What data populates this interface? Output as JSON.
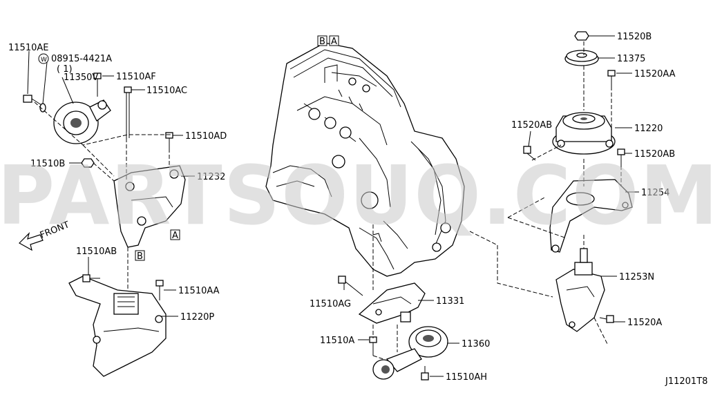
{
  "watermark": "PARTSOUQ.COM",
  "diagram_code": "J11201T8",
  "front_arrow_label": "FRONT",
  "section_markers": [
    "A",
    "B"
  ],
  "callouts": [
    {
      "id": "c-11510ae",
      "text": "11510AE"
    },
    {
      "id": "c-08915",
      "text": "08915-4421A"
    },
    {
      "id": "c-08915-qty",
      "text": "( 1)"
    },
    {
      "id": "c-washer",
      "text": "W"
    },
    {
      "id": "c-11350v",
      "text": "11350V"
    },
    {
      "id": "c-11510af",
      "text": "11510AF"
    },
    {
      "id": "c-11510ac",
      "text": "11510AC"
    },
    {
      "id": "c-11510ad",
      "text": "11510AD"
    },
    {
      "id": "c-11510b",
      "text": "11510B"
    },
    {
      "id": "c-11232",
      "text": "11232"
    },
    {
      "id": "c-11510ab",
      "text": "11510AB"
    },
    {
      "id": "c-11510aa",
      "text": "11510AA"
    },
    {
      "id": "c-11220p",
      "text": "11220P"
    },
    {
      "id": "c-11510ag",
      "text": "11510AG"
    },
    {
      "id": "c-11331",
      "text": "11331"
    },
    {
      "id": "c-11510a",
      "text": "11510A"
    },
    {
      "id": "c-11360",
      "text": "11360"
    },
    {
      "id": "c-11510ah",
      "text": "11510AH"
    },
    {
      "id": "c-11520b",
      "text": "11520B"
    },
    {
      "id": "c-11375",
      "text": "11375"
    },
    {
      "id": "c-11520aa",
      "text": "11520AA"
    },
    {
      "id": "c-11520ab-1",
      "text": "11520AB"
    },
    {
      "id": "c-11220",
      "text": "11220"
    },
    {
      "id": "c-11520ab-2",
      "text": "11520AB"
    },
    {
      "id": "c-11254",
      "text": "11254"
    },
    {
      "id": "c-11253n",
      "text": "11253N"
    },
    {
      "id": "c-11520a",
      "text": "11520A"
    }
  ]
}
